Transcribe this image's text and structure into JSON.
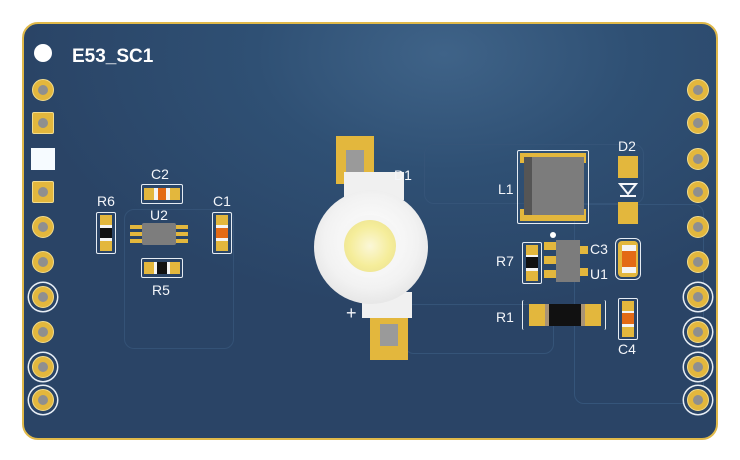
{
  "board": {
    "name": "E53_SC1",
    "background": "#2f5074",
    "edge_color": "#e0b94a"
  },
  "designators": {
    "C2": "C2",
    "U2": "U2",
    "R6": "R6",
    "C1": "C1",
    "R5": "R5",
    "D1": "D1",
    "L1": "L1",
    "D2": "D2",
    "R7": "R7",
    "C3": "C3",
    "U1": "U1",
    "R1": "R1",
    "C4": "C4"
  },
  "polarity": {
    "plus": "+"
  }
}
